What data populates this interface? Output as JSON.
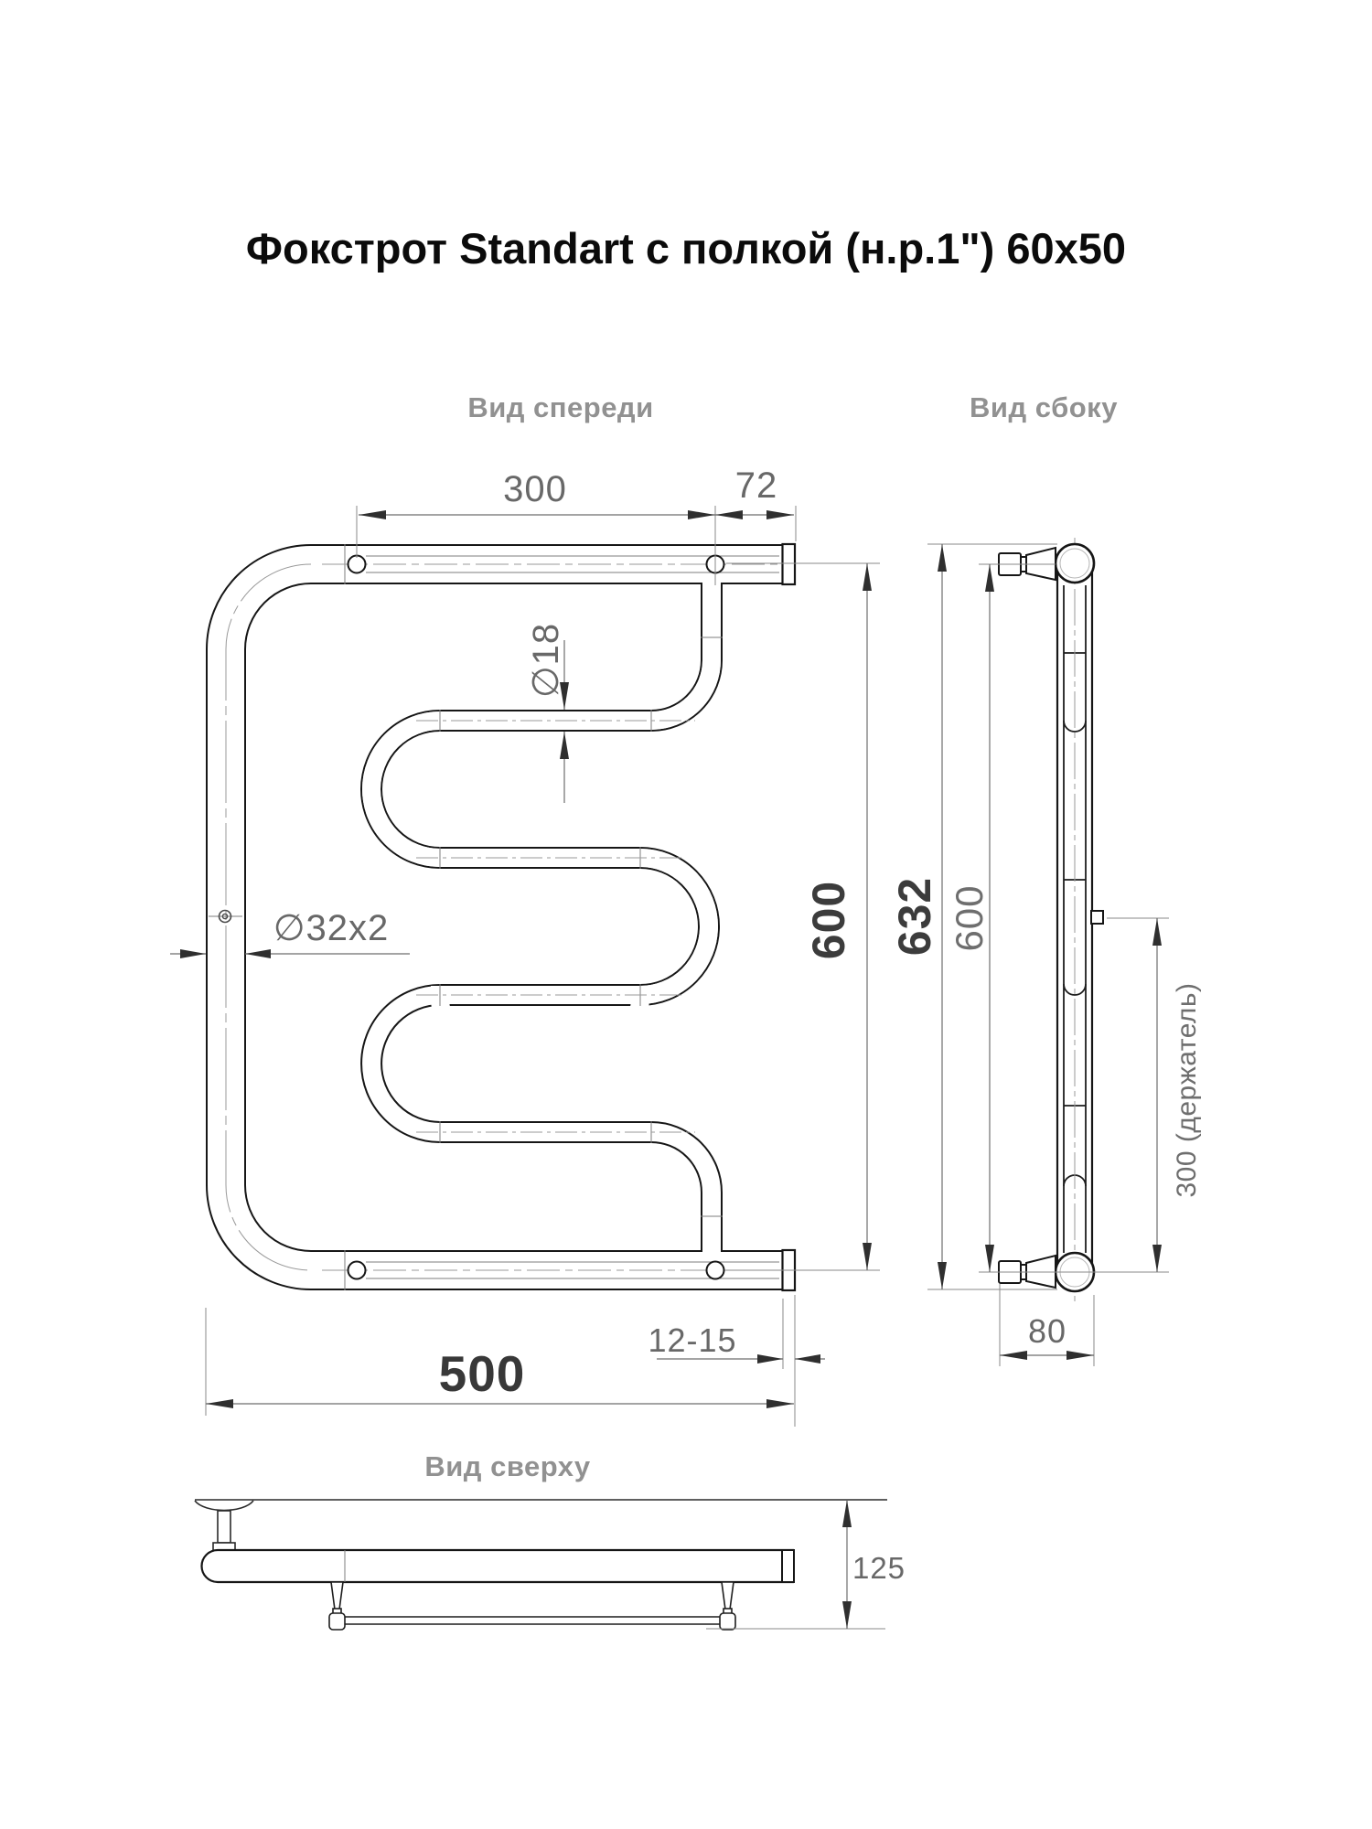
{
  "title": "Фокстрот Standart с полкой (н.р.1\") 60x50",
  "colors": {
    "ink": "#161616",
    "dimension_line": "#6e6e6e",
    "dimension_text": "#686868",
    "bold_dimension_text": "#3c3c3c",
    "view_label": "#919191",
    "background": "#ffffff"
  },
  "views": {
    "front": {
      "label": "Вид спереди",
      "dims": {
        "shelf_span": "300",
        "wall_stub": "72",
        "rail_tube": "∅18",
        "main_tube": "∅32x2",
        "height": "600",
        "width": "500",
        "end_gap": "12-15"
      }
    },
    "side": {
      "label": "Вид сбоку",
      "dims": {
        "overall_height": "632",
        "axis_height": "600",
        "holder_spacing": "300 (держатель)",
        "depth": "80"
      }
    },
    "top": {
      "label": "Вид сверху",
      "dims": {
        "shelf_depth": "125"
      }
    }
  }
}
